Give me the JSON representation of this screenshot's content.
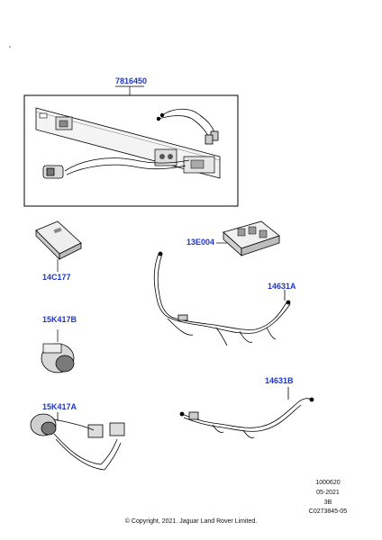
{
  "callouts": {
    "kit_box": "7816450",
    "module": "14C177",
    "relay_block": "13E004",
    "socket": "15K417B",
    "socket_harness": "15K417A",
    "harness_upper": "14631A",
    "harness_lower": "14631B"
  },
  "reference": {
    "code": "1000620",
    "date": "05-2021",
    "rev": "3B",
    "drawing_id": "C0273845-05"
  },
  "copyright": "© Copyright, 2021. Jaguar Land Rover Limited."
}
